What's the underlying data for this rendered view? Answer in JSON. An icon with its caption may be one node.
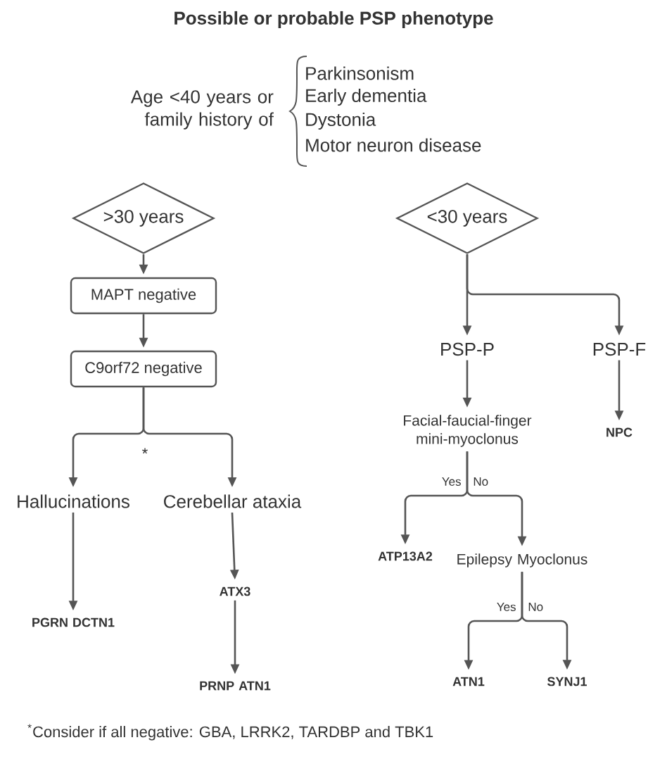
{
  "diagram": {
    "title": "Possible or probable PSP phenotype",
    "nodes": [
      {
        "text": [
          ">30 years"
        ]
      },
      {
        "text": [
          "MAPT negative"
        ]
      },
      {
        "text": [
          "C9orf72 negative"
        ]
      },
      {
        "text": [
          "Hallucinations"
        ]
      },
      {
        "text": [
          "Cerebellar ataxia"
        ]
      },
      {
        "text": [
          "PGRN DCTN1"
        ]
      },
      {
        "text": [
          "ATX3"
        ]
      },
      {
        "text": [
          "PRNP ATN1"
        ]
      },
      {
        "text": [
          "<30 years"
        ]
      },
      {
        "text": [
          "PSP-P"
        ]
      },
      {
        "text": [
          "PSP-F"
        ]
      },
      {
        "text": [
          "Facial-faucial-finger mini-myoclonus"
        ]
      },
      {
        "text": [
          "NPC"
        ]
      },
      {
        "text": [
          "ATP13A2"
        ]
      },
      {
        "text": [
          "Epilepsy Myoclonus"
        ]
      },
      {
        "text": [
          "ATN1"
        ]
      },
      {
        "text": [
          "SYNJ1"
        ]
      }
    ],
    "edges": [
      {
        "from": 0,
        "to": 1,
        "arrow": "to"
      },
      {
        "from": 1,
        "to": 2,
        "arrow": "to"
      },
      {
        "from": 2,
        "to": 3,
        "arrow": "to"
      },
      {
        "from": 2,
        "to": 4,
        "arrow": "to"
      },
      {
        "from": 3,
        "to": 5,
        "arrow": "to"
      },
      {
        "from": 4,
        "to": 6,
        "arrow": "to"
      },
      {
        "from": 6,
        "to": 7,
        "arrow": "to"
      },
      {
        "from": 8,
        "to": 9,
        "arrow": "to"
      },
      {
        "from": 8,
        "to": 10,
        "arrow": "to"
      },
      {
        "from": 9,
        "to": 11,
        "arrow": "to"
      },
      {
        "from": 10,
        "to": 12,
        "arrow": "to"
      },
      {
        "from": 11,
        "to": 13,
        "arrow": "to",
        "label": "Yes"
      },
      {
        "from": 11,
        "to": 14,
        "arrow": "to",
        "label": "No"
      },
      {
        "from": 14,
        "to": 15,
        "arrow": "to",
        "label": "Yes"
      },
      {
        "from": 14,
        "to": 16,
        "arrow": "to",
        "label": "No"
      }
    ],
    "labels": [
      "Age <40 years or family history of",
      "Parkinsonism",
      "Early dementia",
      "Dystonia",
      "Motor neuron disease",
      "*"
    ],
    "caption": "$^{*}$Consider if all negative: GBA, LRRK2, TARDBP and TBK1"
  }
}
